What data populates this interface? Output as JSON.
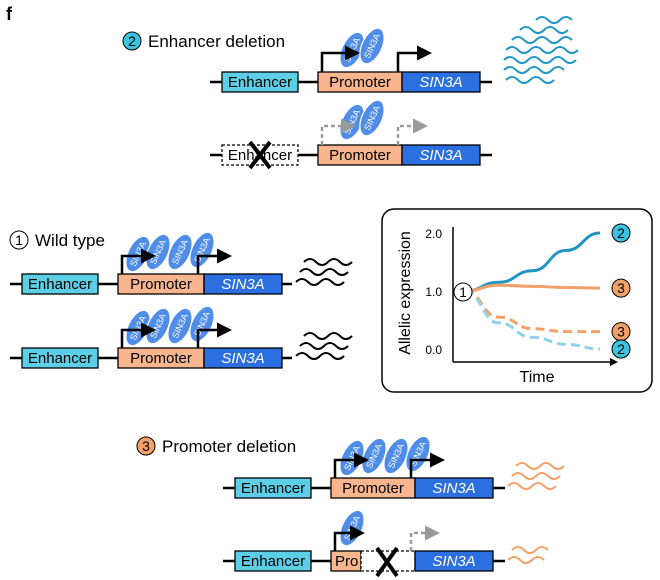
{
  "panel_letter": "f",
  "labels": {
    "enhancer": "Enhancer",
    "promoter": "Promoter",
    "promoter_truncated": "Pro",
    "gene": "SIN3A",
    "factor": "SIN3A",
    "enhancer_deleted": "Enhancer"
  },
  "scenarios": {
    "wild_type": {
      "number": "1",
      "title": "Wild type"
    },
    "enhancer_deletion": {
      "number": "2",
      "title": "Enhancer deletion"
    },
    "promoter_deletion": {
      "number": "3",
      "title": "Promoter deletion"
    }
  },
  "chart_data": {
    "type": "line",
    "xlabel": "Time",
    "ylabel": "Allelic expression",
    "yticks": [
      "2.0",
      "1.0",
      "0.0"
    ],
    "ylim": [
      0,
      2
    ],
    "start_marker": "1",
    "series": [
      {
        "marker": "2",
        "style": "solid",
        "color": "#2196c4",
        "values": [
          1.0,
          1.15,
          1.35,
          1.7,
          2.0
        ]
      },
      {
        "marker": "3",
        "style": "solid",
        "color": "#f3a069",
        "values": [
          1.0,
          1.1,
          1.08,
          1.06,
          1.05
        ]
      },
      {
        "marker": "3",
        "style": "dashed",
        "color": "#f3a069",
        "values": [
          1.0,
          0.55,
          0.35,
          0.3,
          0.3
        ]
      },
      {
        "marker": "2",
        "style": "dashed",
        "color": "#8fd3ea",
        "values": [
          1.0,
          0.45,
          0.2,
          0.08,
          0.0
        ]
      }
    ]
  },
  "colors": {
    "enhancer": "#5ccfe6",
    "promoter": "#f8b58e",
    "gene": "#2b6fe0",
    "factor": "#4f8de8",
    "marker_blue": "#3cc3e0",
    "marker_orange": "#f3a069",
    "transcript_blue": "#2196c4",
    "transcript_orange": "#f3a069",
    "transcript_black": "#000000"
  }
}
